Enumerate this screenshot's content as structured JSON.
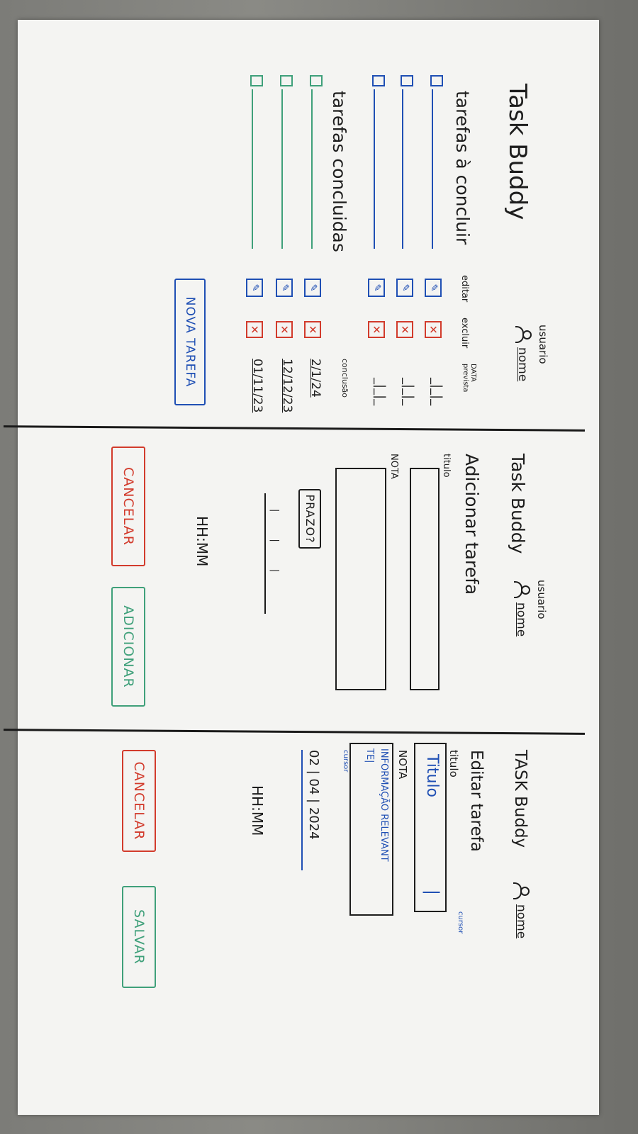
{
  "panel1": {
    "app_title": "Task Buddy",
    "user_label": "usuario",
    "user_name": "nome",
    "pending_heading": "tarefas à concluir",
    "done_heading": "tarefas concluidas",
    "col_edit": "editar",
    "col_delete": "excluir",
    "col_due_date": "DATA prevista",
    "col_completion": "conclusão",
    "date_placeholder": "_|_|_",
    "done_dates": [
      "2/1/24",
      "12/12/23",
      "01/11/23"
    ],
    "new_task_button": "NOVA TAREFA"
  },
  "panel2": {
    "app_title": "Task Buddy",
    "user_label": "usuario",
    "user_name": "nome",
    "heading": "Adicionar tarefa",
    "title_label": "titulo",
    "note_label": "NOTA",
    "deadline_button": "PRAZO?",
    "time_placeholder": "HH:MM",
    "cancel_button": "CANCELAR",
    "add_button": "ADICIONAR"
  },
  "panel3": {
    "app_title": "TASK Buddy",
    "user_name": "nome",
    "heading": "Editar tarefa",
    "title_label": "titulo",
    "title_value": "Titulo",
    "cursor_note": "cursor",
    "note_label": "NOTA",
    "note_value": "INFORMAÇÃO RELEVANT",
    "note_value_2": "TE|",
    "date_value": "02 | 04 | 2024",
    "time_placeholder": "HH:MM",
    "cancel_button": "CANCELAR",
    "save_button": "SALVAR"
  },
  "colors": {
    "ink": "#1d1d1d",
    "blue": "#1f4fb4",
    "red": "#d23b2c",
    "green": "#3fa07a",
    "paper": "#f4f4f2"
  }
}
